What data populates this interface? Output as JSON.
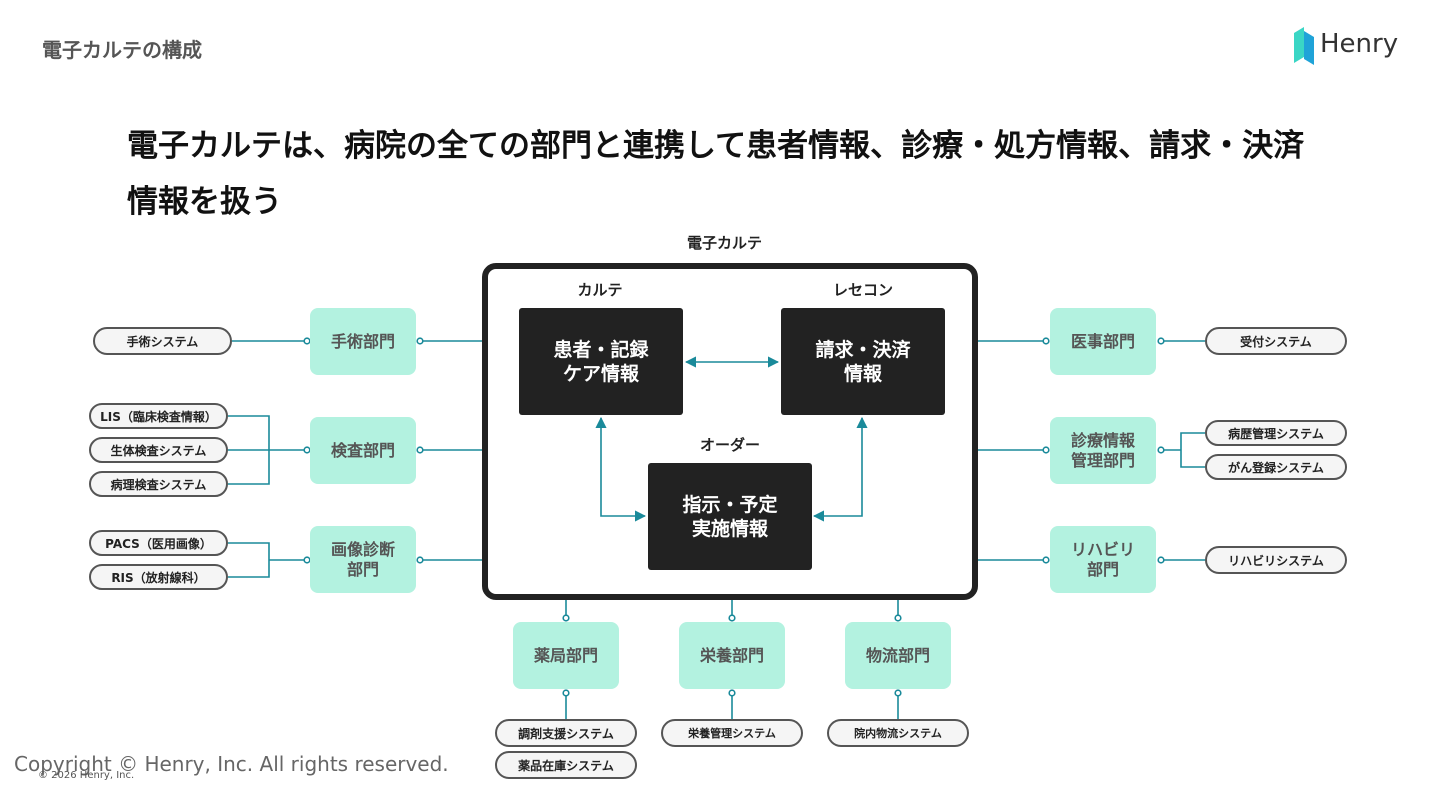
{
  "header": {
    "section_label": "電子カルテの構成",
    "logo_text": "Henry"
  },
  "headline": "電子カルテは、病院の全ての部門と連携して患者情報、診療・処方情報、請求・決済情報を扱う",
  "emr": {
    "title": "電子カルテ",
    "karte_label": "カルテ",
    "rececon_label": "レセコン",
    "order_label": "オーダー",
    "patient_box": "患者・記録\nケア情報",
    "billing_box": "請求・決済\n情報",
    "order_box": "指示・予定\n実施情報"
  },
  "left": {
    "surgery_dept": "手術部門",
    "surgery_sys": "手術システム",
    "lab_dept": "検査部門",
    "lab_sys": [
      "LIS（臨床検査情報）",
      "生体検査システム",
      "病理検査システム"
    ],
    "imaging_dept": "画像診断\n部門",
    "imaging_sys": [
      "PACS（医用画像）",
      "RIS（放射線科）"
    ]
  },
  "right": {
    "medical_affairs_dept": "医事部門",
    "medical_affairs_sys": "受付システム",
    "records_dept": "診療情報\n管理部門",
    "records_sys": [
      "病歴管理システム",
      "がん登録システム"
    ],
    "rehab_dept": "リハビリ\n部門",
    "rehab_sys": "リハビリシステム"
  },
  "bottom": {
    "pharmacy_dept": "薬局部門",
    "pharmacy_sys": [
      "調剤支援システム",
      "薬品在庫システム"
    ],
    "nutrition_dept": "栄養部門",
    "nutrition_sys": "栄養管理システム",
    "logistics_dept": "物流部門",
    "logistics_sys": "院内物流システム"
  },
  "footer": {
    "copyright": "Copyright © Henry, Inc. All rights reserved.",
    "copyright_small": "© 2026 Henry, Inc."
  },
  "colors": {
    "connector": "#1a8a9a",
    "dept_fill": "#b3f2e0",
    "dark_box": "#222222"
  }
}
